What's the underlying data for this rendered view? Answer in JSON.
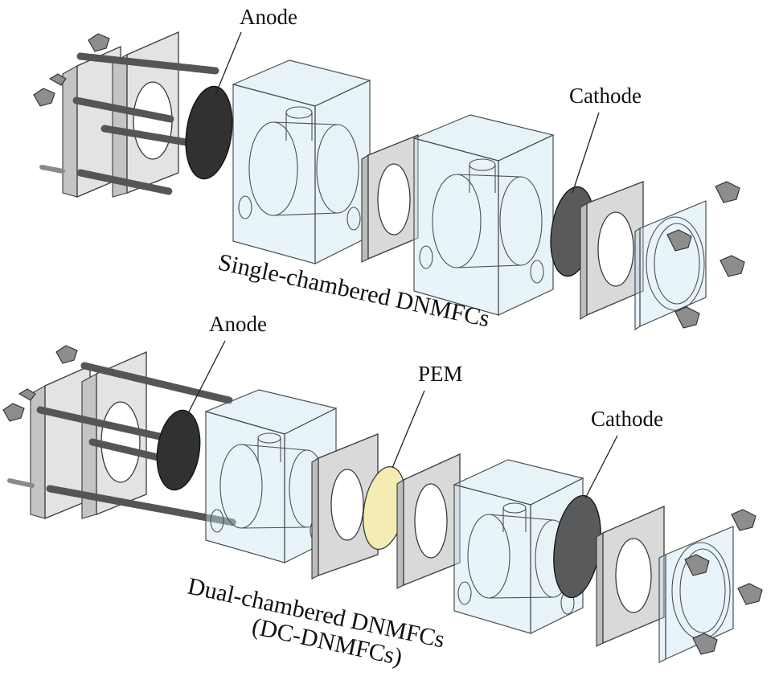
{
  "diagram": {
    "single": {
      "anode_label": "Anode",
      "cathode_label": "Cathode",
      "caption": "Single-chambered DNMFCs"
    },
    "dual": {
      "anode_label": "Anode",
      "pem_label": "PEM",
      "cathode_label": "Cathode",
      "caption_line1": "Dual-chambered DNMFCs",
      "caption_line2": "(DC-DNMFCs)"
    }
  },
  "colors": {
    "anode": "#2f3133",
    "cathode": "#595a5c",
    "pem": "#f4ecb2",
    "chamber": "#bedceb"
  }
}
